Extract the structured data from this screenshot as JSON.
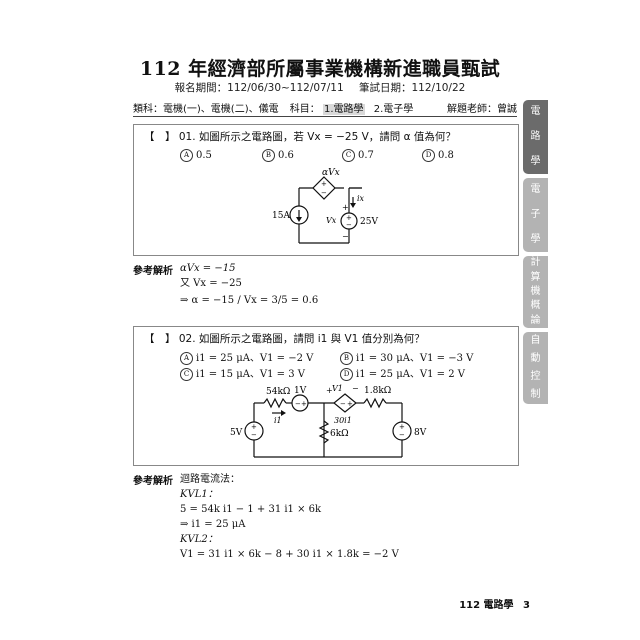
{
  "header": {
    "title": "112 年經濟部所屬事業機構新進職員甄試",
    "registration": "報名期間：112/06/30~112/07/11",
    "exam_date": "筆試日期：112/10/22"
  },
  "metabar": {
    "subjects_label": "類科：電機(一)、電機(二)、儀電",
    "topics_label": "科目：",
    "topic1": "1.電路學",
    "topic2": "2.電子學",
    "teacher": "解題老師：曾誠"
  },
  "sidebar": [
    {
      "label": "電路學",
      "chars": [
        "電",
        "路",
        "學"
      ],
      "active": true
    },
    {
      "label": "電子學",
      "chars": [
        "電",
        "子",
        "學"
      ],
      "active": false
    },
    {
      "label": "計算機概論",
      "chars": [
        "計",
        "算",
        "機",
        "概",
        "論"
      ],
      "active": false
    },
    {
      "label": "自動控制",
      "chars": [
        "自",
        "動",
        "控",
        "制"
      ],
      "active": false
    }
  ],
  "q1": {
    "bracket": "【　】",
    "number": "01.",
    "text": "如圖所示之電路圖，若 Vx = −25 V，請問 α 值為何？",
    "options": [
      {
        "key": "A",
        "text": "0.5"
      },
      {
        "key": "B",
        "text": "0.6"
      },
      {
        "key": "C",
        "text": "0.7"
      },
      {
        "key": "D",
        "text": "0.8"
      }
    ],
    "circuit": {
      "dep_source": "αVx",
      "current_source": "15A",
      "vx_label": "Vx",
      "voltage_source": "25V",
      "ix_label": "ix",
      "plus": "+",
      "minus": "−"
    }
  },
  "a1": {
    "label": "參考解析",
    "lines": [
      "αVx = −15",
      "又 Vx = −25",
      "⇒ α = −15 / Vx = 3/5 = 0.6"
    ]
  },
  "q2": {
    "bracket": "【　】",
    "number": "02.",
    "text": "如圖所示之電路圖，請問 i1 與 V1 值分別為何？",
    "options": [
      {
        "key": "A",
        "text": "i1 = 25 μA、V1 = −2 V"
      },
      {
        "key": "B",
        "text": "i1 = 30 μA、V1 = −3 V"
      },
      {
        "key": "C",
        "text": "i1 = 15 μA、V1 = 3 V"
      },
      {
        "key": "D",
        "text": "i1 = 25 μA、V1 = 2 V"
      }
    ],
    "circuit": {
      "r1": "54kΩ",
      "v_src_1v": "1V",
      "i1_label": "i1",
      "v_src_5v": "5V",
      "r2": "6kΩ",
      "dep_source": "30i1",
      "v1_label": "V1",
      "r3": "1.8kΩ",
      "v_src_8v": "8V",
      "plus": "+",
      "minus": "−"
    }
  },
  "a2": {
    "label": "參考解析",
    "lines": [
      "迴路電流法：",
      "KVL1：",
      "5 = 54k i1 − 1 + 31 i1 × 6k",
      "⇒ i1 = 25 μA",
      "KVL2：",
      "V1 = 31 i1 × 6k − 8 + 30 i1 × 1.8k = −2 V"
    ]
  },
  "footer": {
    "label": "112 電路學",
    "page": "3"
  }
}
